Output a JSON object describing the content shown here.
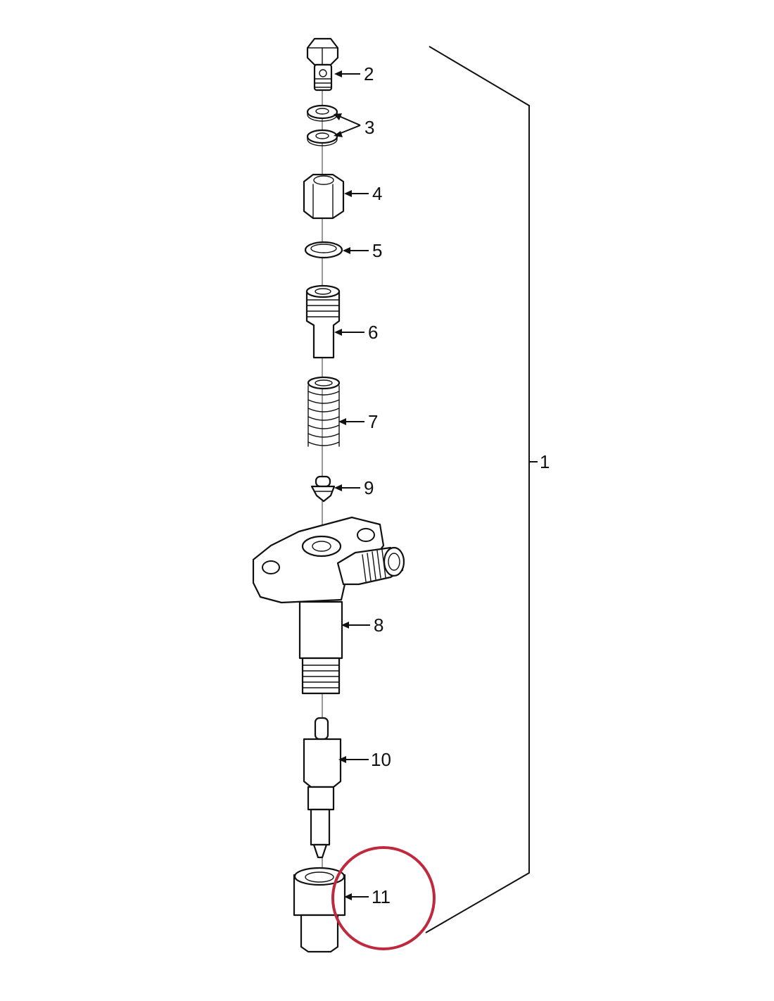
{
  "callouts": {
    "c1": "1",
    "c2": "2",
    "c3": "3",
    "c4": "4",
    "c5": "5",
    "c6": "6",
    "c7": "7",
    "c8": "8",
    "c9": "9",
    "c10": "10",
    "c11": "11"
  },
  "highlight": {
    "target": "11",
    "color": "#c0293d"
  }
}
